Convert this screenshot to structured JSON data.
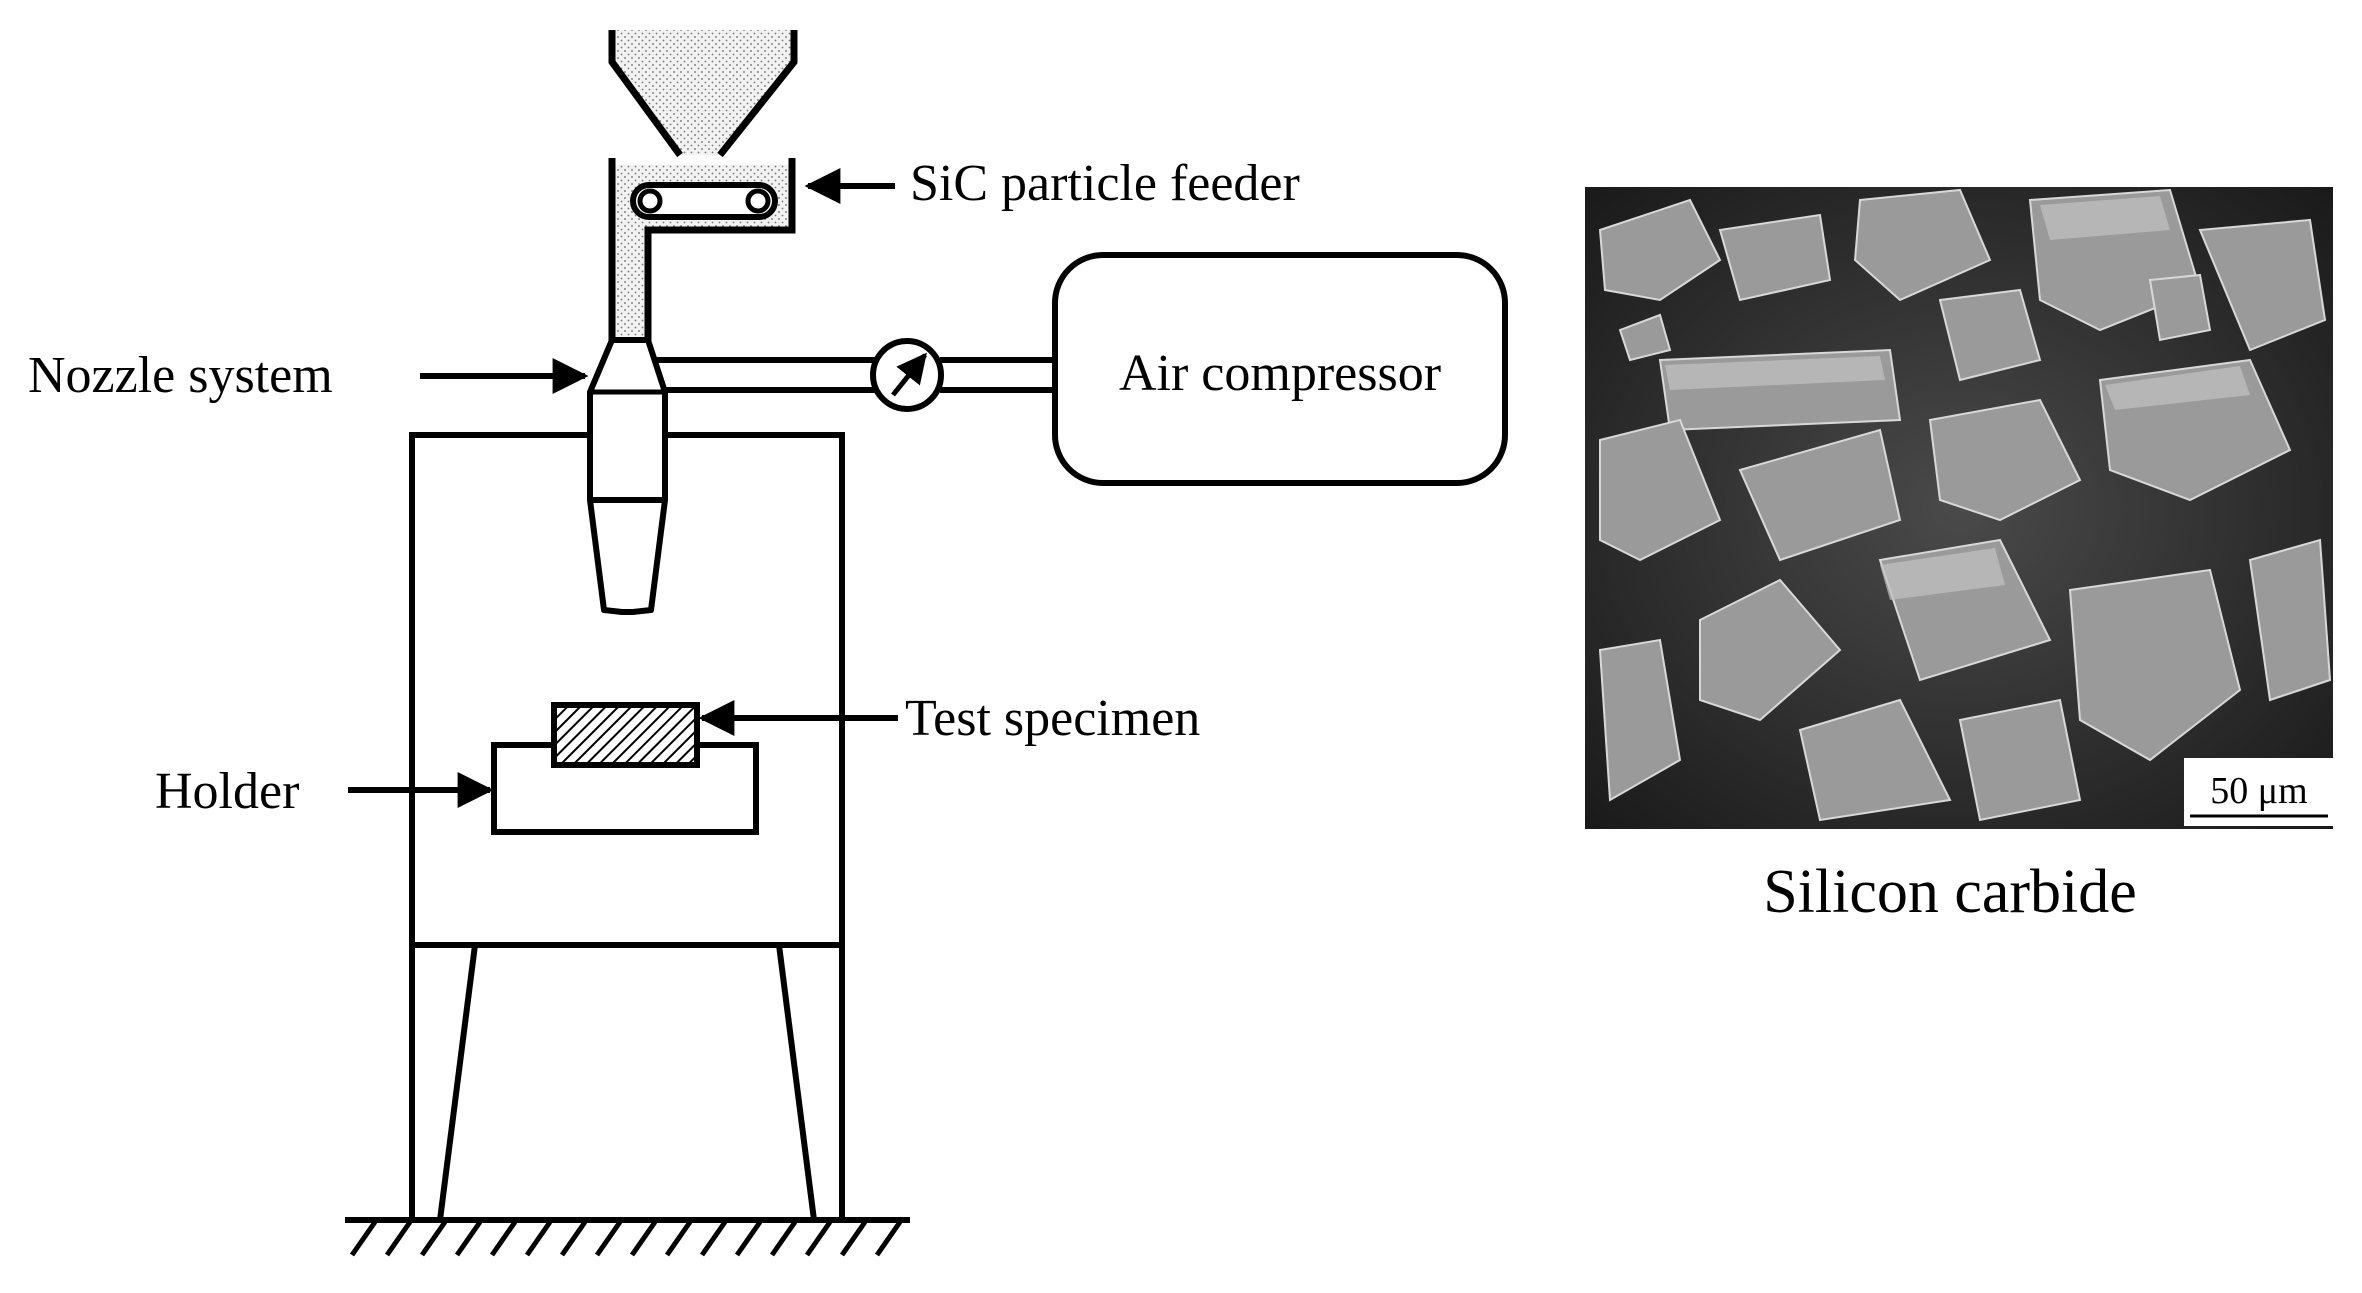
{
  "diagram": {
    "labels": {
      "feeder": "SiC particle feeder",
      "nozzle": "Nozzle system",
      "compressor": "Air compressor",
      "specimen": "Test specimen",
      "holder": "Holder"
    }
  },
  "micrograph": {
    "scale_bar": "50 μm",
    "caption": "Silicon carbide"
  }
}
